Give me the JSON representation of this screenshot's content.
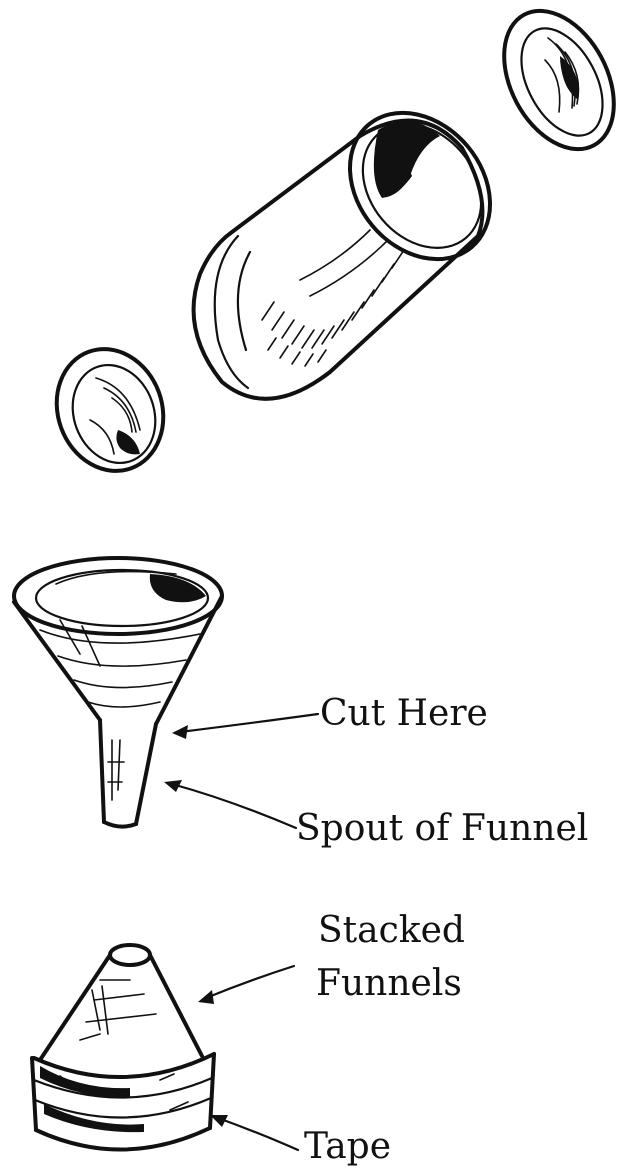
{
  "labels": {
    "cut_here": "Cut Here",
    "spout_of_funnel": "Spout of Funnel",
    "stacked_funnels_line1": "Stacked",
    "stacked_funnels_line2": "Funnels",
    "tape": "Tape"
  }
}
